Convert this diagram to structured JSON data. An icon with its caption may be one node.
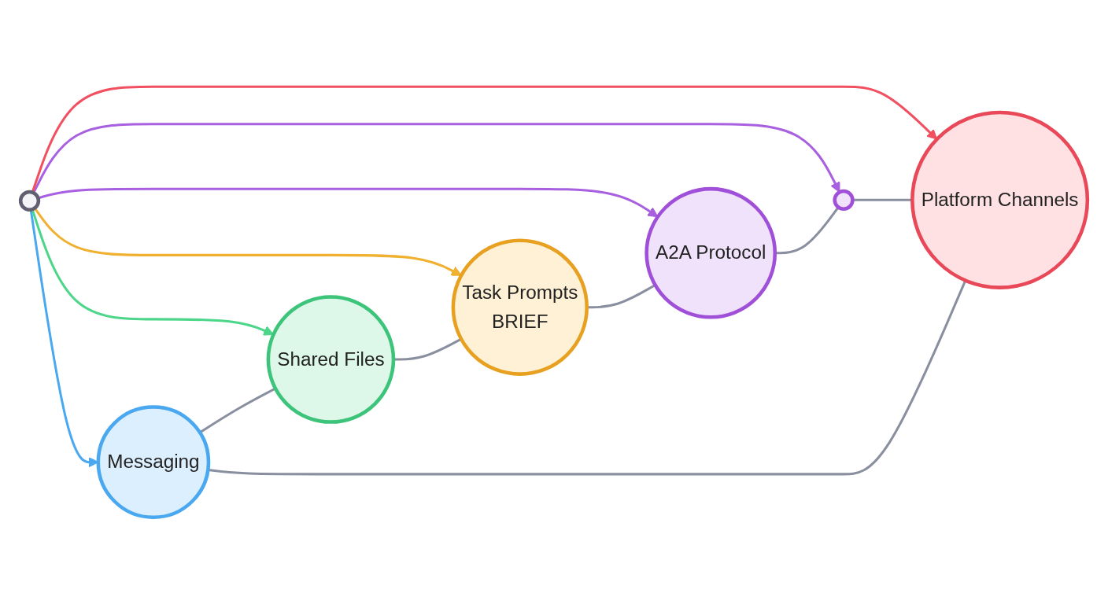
{
  "diagram": {
    "nodes": [
      {
        "text": [
          "Messaging"
        ]
      },
      {
        "text": [
          "Shared Files"
        ]
      },
      {
        "text": [
          "Platform Channels"
        ]
      },
      {
        "text": [],
        "shape": "circle"
      },
      {
        "text": [
          "Task Prompts",
          "BRIEF"
        ]
      },
      {
        "text": [],
        "shape": "circle"
      },
      {
        "text": [
          "A2A Protocol"
        ]
      }
    ],
    "edges": [
      {
        "from": 3,
        "to": 0,
        "arrow": "to",
        "color": "#4aa8f0"
      },
      {
        "from": 3,
        "to": 1,
        "arrow": "to",
        "color": "#4cd68a"
      },
      {
        "from": 3,
        "to": 4,
        "arrow": "to",
        "color": "#f0b030"
      },
      {
        "from": 3,
        "to": 6,
        "arrow": "to",
        "color": "#a860e0"
      },
      {
        "from": 3,
        "to": 5,
        "arrow": "to",
        "color": "#a860e0"
      },
      {
        "from": 3,
        "to": 2,
        "arrow": "to",
        "color": "#f05060"
      },
      {
        "from": 0,
        "to": 1,
        "arrow": "none"
      },
      {
        "from": 1,
        "to": 4,
        "arrow": "none"
      },
      {
        "from": 4,
        "to": 6,
        "arrow": "none"
      },
      {
        "from": 6,
        "to": 5,
        "arrow": "none"
      },
      {
        "from": 5,
        "to": 2,
        "arrow": "none"
      },
      {
        "from": 2,
        "to": 0,
        "arrow": "none"
      }
    ]
  }
}
